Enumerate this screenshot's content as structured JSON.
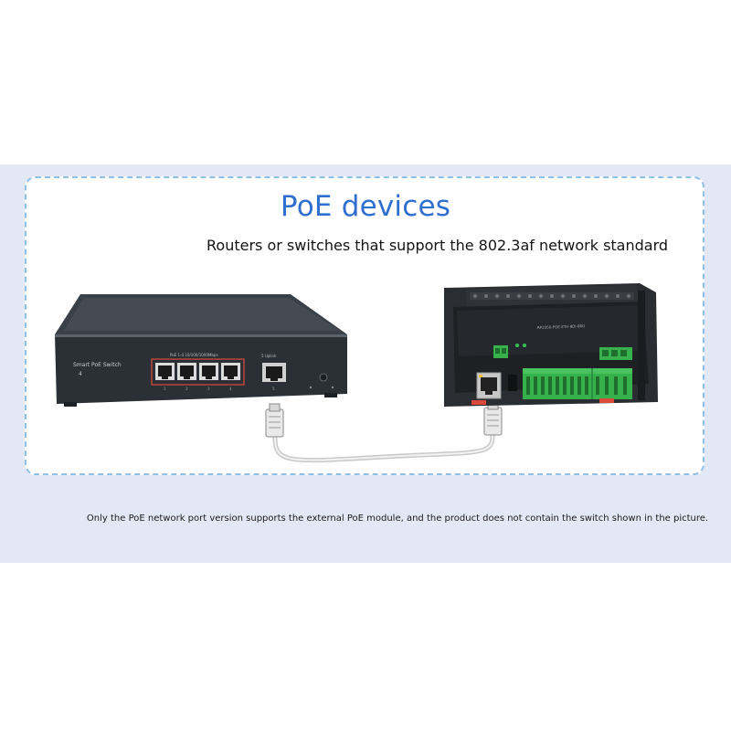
{
  "header": {
    "title": "PoE devices",
    "subtitle": "Routers or switches that support the 802.3af network standard"
  },
  "switch_device": {
    "brand_label": "Smart PoE Switch",
    "port_count_label": "4",
    "poe_ports_label": "PoE 1-4    10/100/1000Mbps",
    "uplink_label": "5 Uplink",
    "port_numbers": [
      "1",
      "2",
      "3",
      "4",
      "5"
    ]
  },
  "module_device": {
    "model_label": "RP2350-POE-ETH-8DI-8RO"
  },
  "footer": {
    "note": "Only the PoE network port version supports the external PoE module, and the product does not contain the switch shown in the picture."
  },
  "colors": {
    "title": "#2f6fcf",
    "band": "#e3e8f6",
    "panel_border": "#8fc0e6",
    "switch_body": "#2d3238",
    "terminal_green": "#36b14b",
    "port_highlight": "#d94a3a"
  }
}
